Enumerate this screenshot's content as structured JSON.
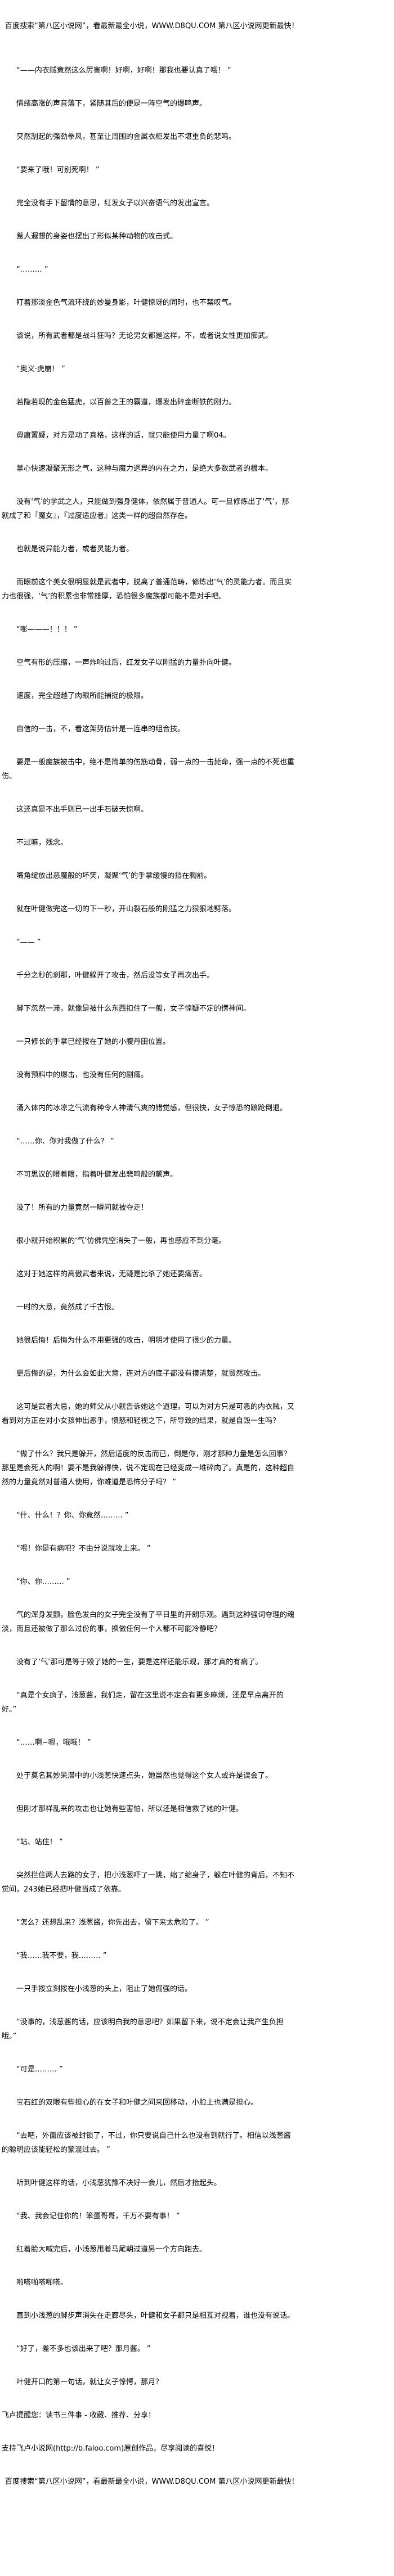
{
  "header": {
    "banner": "百度搜索“第八区小说网”，看最新最全小说，WWW.D8QU.COM  第八区小说网更新最快！"
  },
  "content": {
    "paragraphs": [
      "“——内衣贼竟然这么厉害啊！好啊，好啊！那我也要认真了哦！ ”",
      "情绪高涨的声音落下，紧随其后的便是一阵空气的爆鸣声。",
      "突然刮起的强劲拳风，甚至让周围的金属衣柜发出不堪重负的悲鸣。",
      "“要来了哦！可别死啊！ ”",
      "完全没有手下留情的意思，红发女子以兴奋语气的发出宣言。",
      "惹人遐想的身姿也摆出了形似某种动物的攻击式。",
      "“……… ”",
      "盯着那淡金色气流环绕的妙曼身影，叶健惊讶的同时，也不禁叹气。",
      "该说，所有武者都是战斗狂吗？无论男女都是这样，不，或者说女性更加痴武。",
      "“奥义·虎崩！ ”",
      "若隐若现的金色猛虎，以百兽之王的霸道，爆发出碎金断铁的刚力。",
      "毋庸置疑，对方是动了真格，这样的话，就只能使用力量了啊04。",
      "掌心快速凝聚无形之气，这种与魔力迥异的内在之力，是绝大多数武者的根本。",
      "没有‘气’的学武之人，只能做到强身健体，依然属于普通人。可一旦修炼出了‘气’，那就成了和『魔女』，『过度适应者』这类一样的超自然存在。",
      "也就是说异能力者，或者灵能力者。",
      "而眼前这个美女很明显就是武者中，脱离了普通范畴，修炼出‘气’的灵能力者。而且实力也很强，‘气’的积累也非常雄厚，恐怕很多魔族都可能不是对手吧。",
      "“嘭———！！！ ”",
      "空气有形的压缩，一声炸响过后，红发女子以刚猛的力量扑向叶健。",
      "速度，完全超越了肉眼所能捕捉的极限。",
      "自信的一击，不，看这架势估计是一连串的组合技。",
      "要是一般魔族被击中，绝不是简单的伤筋动骨，弱一点的一击毙命，强一点的不死也重伤。",
      "这还真是不出手则已一出手石破天惊啊。",
      "不过嘛，残念。",
      "嘴角绽放出恶魔般的坏笑，凝聚‘气’的手掌缓慢的挡在胸前。",
      "就在叶健做完这一切的下一秒，开山裂石般的刚猛之力狠狠地劈落。",
      "“—— ”",
      "千分之秒的刹那，叶健躲开了攻击，然后没等女子再次出手。",
      "脚下忽然一滞，就像是被什么东西扣住了一般，女子惊疑不定的愣神间。",
      "一只修长的手掌已经按在了她的小腹丹田位置。",
      "没有预料中的爆击，也没有任何的剧痛。",
      "涌入体内的冰凉之气流有种令人神清气爽的错觉感，但很快，女子惊恐的踉跄倒退。",
      "“……你、你对我做了什么？ ”",
      "不可思议的瞪着眼，指着叶健发出悲鸣般的颤声。",
      "没了！所有的力量竟然一瞬间就被夺走！",
      "很小就开始积累的‘气’仿佛凭空消失了一般，再也感应不到分毫。",
      "这对于她这样的高傲武者来说，无疑是比杀了她还要痛苦。",
      "一时的大意，竟然成了千古恨。",
      "她很后悔！后悔为什么不用更强的攻击，明明才使用了很少的力量。",
      "更后悔的是，为什么会如此大意，连对方的底子都没有摸清楚，就贸然攻击。",
      "这可是武者大忌，她的师父从小就告诉她这个道理，可以为对方只是可恶的内衣贼，又看到对方正在对小女孩伸出恶手，愤怒和轻视之下，所导致的结果，就是自毁一生吗？",
      "“做了什么？我只是躲开，然后适度的反击而已，倒是你，刚才那种力量是怎么回事？那里是会死人的啊！要不是我躲得快，说不定现在已经变成一堆碎肉了。真是的，这种超自然的力量竟然对普通人使用，你难道是恐怖分子吗？ ”",
      "“什、什么！？你、你竟然……… ”",
      "“喂！你是有病吧？不由分说就攻上来。 ”",
      "“你、你……… ”",
      "气的浑身发颤，脸色发白的女子完全没有了平日里的开朗乐观。遇到这种强词夺理的魂淡，而且还被做了那么过份的事，换做任何一个人都不可能冷静吧？",
      "没有了‘气’那可是等于毁了她的一生，要是这样还能乐观，那才真的有病了。",
      "“真是个女疯子，浅葱酱，我们走，留在这里说不定会有更多麻烦，还是早点离开的好。”",
      "“……啊~嗯，哦哦！ ”",
      "处于莫名其妙呆滞中的小浅葱快速点头，她虽然也觉得这个女人或许是误会了。",
      "但刚才那样乱来的攻击也让她有些害怕，所以还是相信救了她的叶健。",
      "“站、站住！ ”",
      "突然拦住两人去路的女子，把小浅葱吓了一跳，缩了缩身子，躲在叶健的背后，不知不觉间，243她已经把叶健当成了依靠。",
      "“怎么？还想乱来？浅葱酱，你先出去，留下来太危险了。 ”",
      "“我……我不要，我……… ”",
      "一只手按立刻按在小浅葱的头上，阻止了她倔强的话。",
      "“没事的，浅葱酱的话，应该明白我的意思吧？如果留下来，说不定会让我产生负担哦。”",
      "“可是……… ”",
      "宝石红的双眼有些担心的在女子和叶健之间来回移动，小脸上也满是担心。",
      "“去吧，外面应该被封锁了，不过，你只要说自己什么也没看到就行了。相信以浅葱酱的聪明应该能轻松的蒙混过去。 ”",
      "听到叶健这样的话，小浅葱犹豫不决好一会儿，然后才抬起头。",
      "“我、我会记住你的！笨蛋哥哥，千万不要有事！ ”",
      "红着脸大喊完后，小浅葱甩着马尾朝过道另一个方向跑去。",
      "啪嗒啪嗒啪嗒。",
      "直到小浅葱的脚步声消失在走廊尽头，叶健和女子都只是相互对视着，谁也没有说话。",
      "“好了，差不多也该出来了吧？那月酱。 ”",
      "叶健开口的第一句话，就让女子惊愕，那月？"
    ]
  },
  "footer": {
    "reminder": "飞卢提醒您：读书三件事 - 收藏、推荐、分享！",
    "support": "支持飞卢小说网(http://b.faloo.com)原创作品，尽享阅读的喜悦！",
    "banner": "百度搜索“第八区小说网”，看最新最全小说，WWW.D8QU.COM  第八区小说网更新最快！"
  }
}
